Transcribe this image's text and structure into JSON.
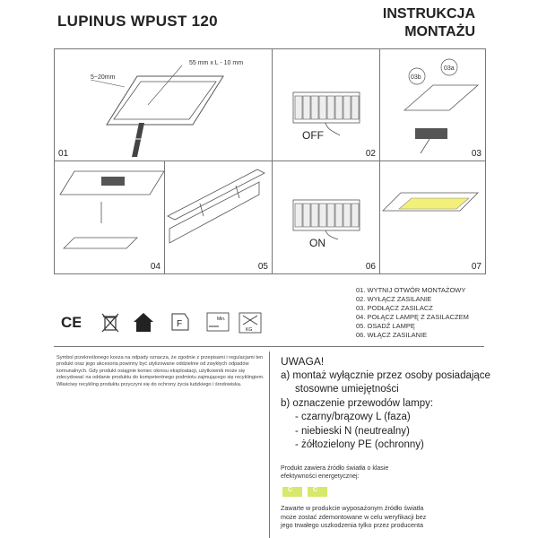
{
  "header": {
    "product": "LUPINUS WPUST 120",
    "doc_title_line1": "INSTRUKCJA",
    "doc_title_line2": "MONTAŻU"
  },
  "panels": [
    {
      "number": "01",
      "annotation_a": "5~20mm",
      "annotation_b": "55 mm x L - 10 mm"
    },
    {
      "number": "02",
      "switch_label": "OFF"
    },
    {
      "number": "03",
      "label_a": "03a",
      "label_b": "03b"
    },
    {
      "number": "04"
    },
    {
      "number": "05"
    },
    {
      "number": "06",
      "switch_label": "ON"
    },
    {
      "number": "07"
    }
  ],
  "steps": [
    "01. WYTNIJ OTWÓR MONTAŻOWY",
    "02. WYŁĄCZ ZASILANIE",
    "03. PODŁĄCZ ZASILACZ",
    "04. POŁĄCZ LAMPĘ Z ZASILACZEM",
    "05. OSADŹ LAMPĘ",
    "06. WŁĄCZ ZASILANIE"
  ],
  "icons": [
    {
      "name": "ce-mark-icon",
      "text": "CE"
    },
    {
      "name": "weee-bin-icon"
    },
    {
      "name": "indoor-use-icon"
    },
    {
      "name": "f-mark-icon",
      "text": "F"
    },
    {
      "name": "min-distance-icon",
      "text": "Min."
    },
    {
      "name": "kg-icon",
      "text": "KG"
    }
  ],
  "recycling_text": "Symbol przekreślonego kosza na odpady oznacza, że zgodnie z przepisami i regulacjami ten produkt oraz jego akcesoria powinny być utylizowane oddzielnie od zwykłych odpadów komunalnych. Gdy produkt osiągnie koniec okresu eksploatacji, użytkownik może się zdecydować na oddanie produktu do kompetentnego podmiotu zajmującego się recyklingiem. Właściwy recykling produktu przyczyni się do ochrony życia ludzkiego i środowiska.",
  "warning": {
    "heading": "UWAGA!",
    "a_line1": "a) montaż wyłącznie przez osoby posiadające",
    "a_line2": "stosowne umiejętności",
    "b_line1": "b) oznaczenie przewodów lampy:",
    "wire1": "- czarny/brązowy L (faza)",
    "wire2": "- niebieski N (neutrealny)",
    "wire3": "- żółtozielony PE (ochronny)"
  },
  "efficiency": {
    "line1": "Produkt zawiera źródło światła o klasie",
    "line2": "efektywności energetycznej:",
    "badge1": "C",
    "badge2": "C",
    "badge_color": "#d8e86a"
  },
  "bottom_note": {
    "line1": "Zawarte w produkcie wyposażonym źródło światła",
    "line2": "może zostać zdemontowane w celu weryfikacji bez",
    "line3": "jego trwałego uszkodzenia tylko przez producenta"
  }
}
